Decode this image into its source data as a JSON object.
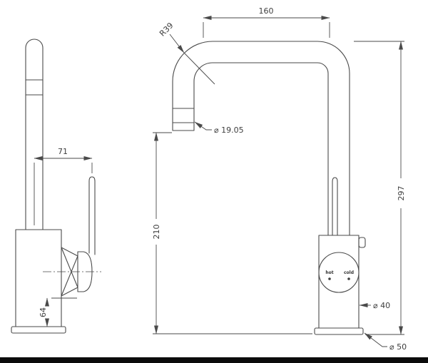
{
  "colors": {
    "line": "#4a4a4a",
    "text": "#3e3e3e",
    "background": "#ffffff",
    "footer_bar": "#0b0b0b"
  },
  "front_view": {
    "dim_top_run": "160",
    "dim_bend_radius": "R39",
    "dim_spout_od": "⌀ 19.05",
    "dim_spout_height": "210",
    "dim_overall_height": "297",
    "dim_body_od": "⌀ 40",
    "dim_base_od": "⌀ 50",
    "label_hot": "hot",
    "label_cold": "cold"
  },
  "side_view": {
    "dim_handle_offset": "71",
    "dim_lower_body_height": "64"
  }
}
